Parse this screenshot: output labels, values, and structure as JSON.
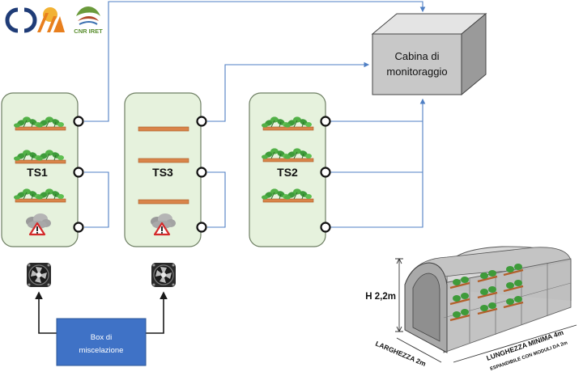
{
  "logos": {
    "cnr_iret_text": "CNR IRET"
  },
  "chambers": [
    {
      "id": "TS1",
      "label": "TS1",
      "shelves_with_plants": [
        true,
        true,
        true
      ],
      "has_gas_warning": true,
      "has_fan": true
    },
    {
      "id": "TS3",
      "label": "TS3",
      "shelves_with_plants": [
        false,
        false,
        false
      ],
      "has_gas_warning": true,
      "has_fan": true
    },
    {
      "id": "TS2",
      "label": "TS2",
      "shelves_with_plants": [
        true,
        true,
        true
      ],
      "has_gas_warning": false,
      "has_fan": false
    }
  ],
  "monitoring_cabin": {
    "line1": "Cabina di",
    "line2": "monitoraggio"
  },
  "mixing_box": {
    "line1": "Box di",
    "line2": "miscelazione"
  },
  "greenhouse": {
    "height_label": "H 2,2m",
    "width_label": "LARGHEZZA 2m",
    "length_label": "LUNGHEZZA MINIMA 4m",
    "length_note": "ESPANDIBILE CON MODULI DA 2m"
  },
  "colors": {
    "chamber_fill": "#e6f2dd",
    "chamber_stroke": "#6e7f63",
    "line_color": "#4f7fc4",
    "arrow_color": "#1a1a1a",
    "shelf_color": "#d9844a",
    "cabin_front": "#c8c8c8",
    "box_fill": "#3f72c6"
  }
}
